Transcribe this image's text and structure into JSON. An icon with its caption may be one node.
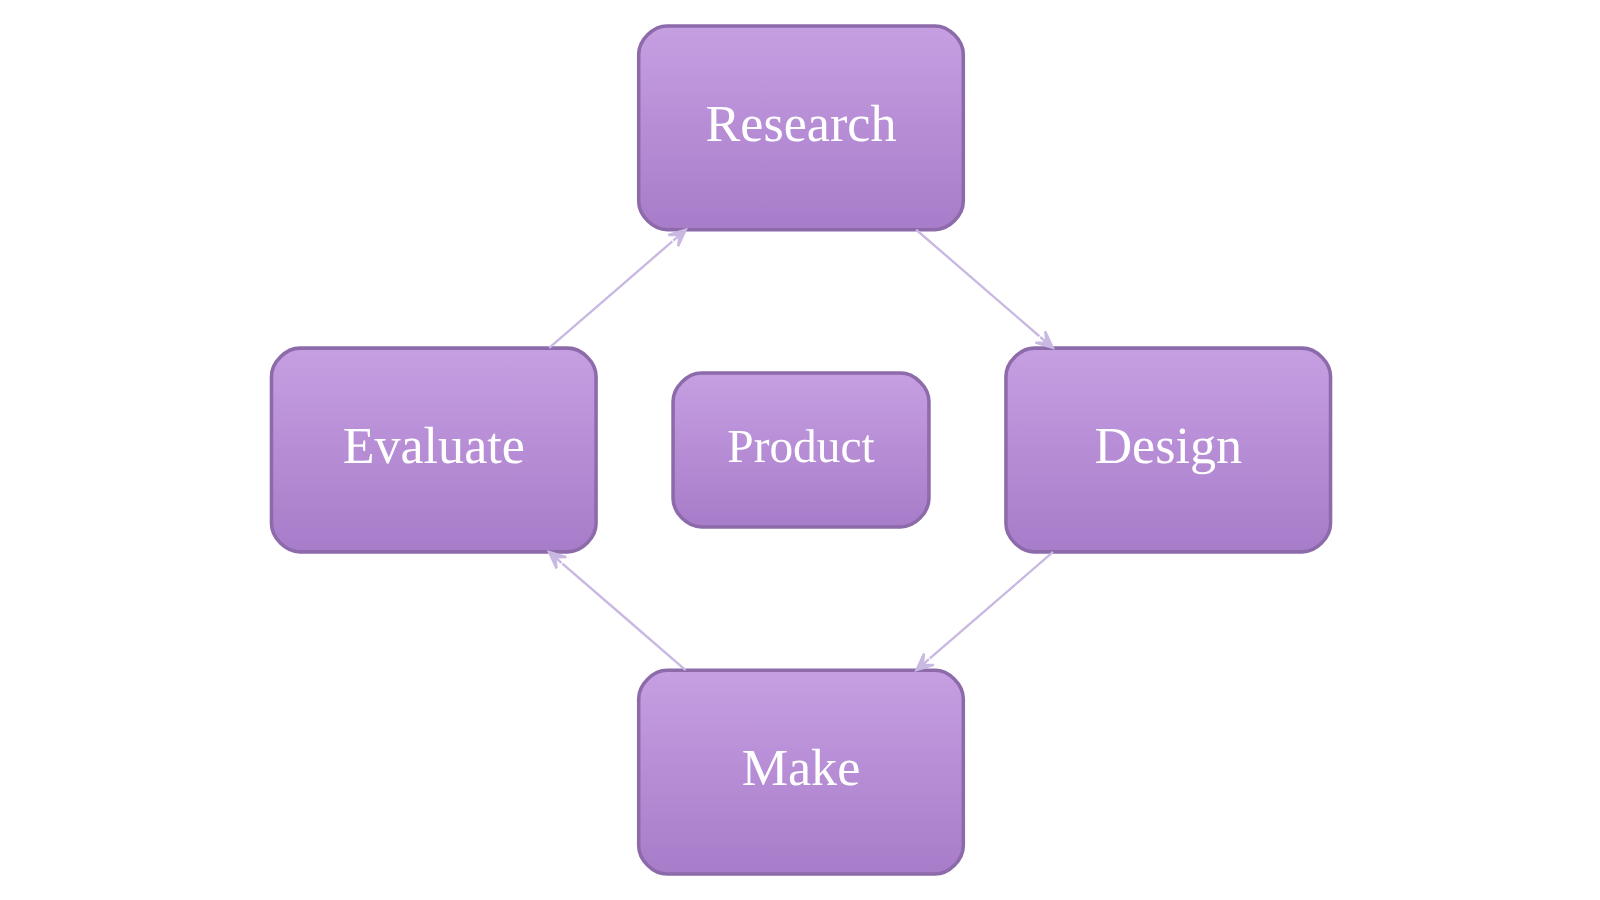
{
  "diagram": {
    "nodes": [
      {
        "text": [
          "Research"
        ]
      },
      {
        "text": [
          "Evaluate"
        ]
      },
      {
        "text": [
          "Product"
        ]
      },
      {
        "text": [
          "Design"
        ]
      },
      {
        "text": [
          "Make"
        ]
      }
    ],
    "edges": [
      {
        "from": 0,
        "to": 3,
        "arrow": "to"
      },
      {
        "from": 3,
        "to": 4,
        "arrow": "to"
      },
      {
        "from": 4,
        "to": 1,
        "arrow": "to"
      },
      {
        "from": 1,
        "to": 0,
        "arrow": "to"
      }
    ]
  }
}
